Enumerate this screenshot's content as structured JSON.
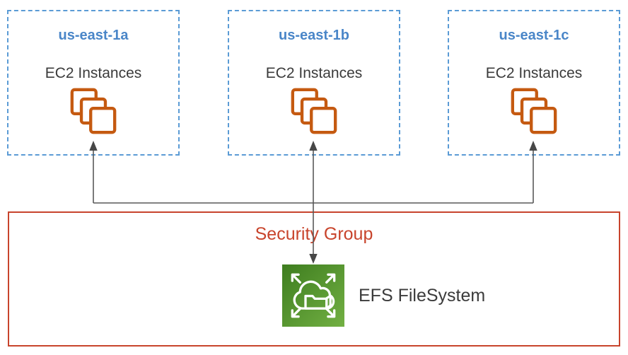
{
  "zones": [
    {
      "name": "us-east-1a",
      "service_label": "EC2 Instances"
    },
    {
      "name": "us-east-1b",
      "service_label": "EC2 Instances"
    },
    {
      "name": "us-east-1c",
      "service_label": "EC2 Instances"
    }
  ],
  "security_group": {
    "label": "Security Group"
  },
  "efs": {
    "label": "EFS FileSystem"
  },
  "icons": {
    "ec2": "stacked-orange-squares",
    "efs": "green-cloud-folder-with-expand-arrows"
  },
  "colors": {
    "az_border": "#5B9BD5",
    "az_name": "#4A86C8",
    "body_text": "#3B3B3B",
    "ec2_orange": "#C55A11",
    "security_red": "#C8442C",
    "connector_gray": "#595959",
    "efs_green_dark": "#3E7D1F",
    "efs_green_light": "#72B043"
  }
}
